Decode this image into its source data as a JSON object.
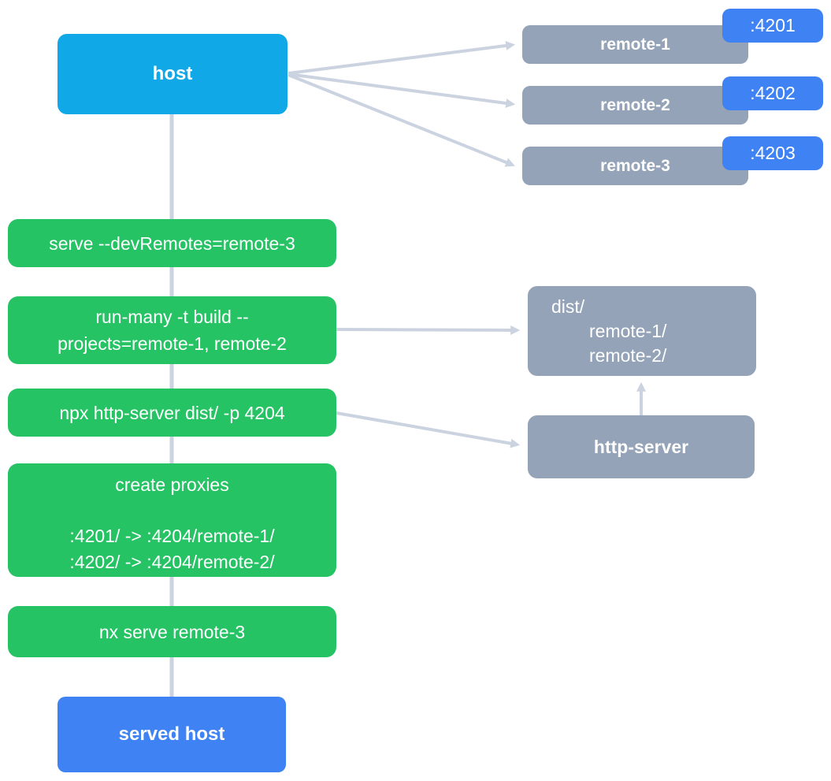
{
  "colors": {
    "c-host": "#11A8E8",
    "c-green": "#25C364",
    "c-gray": "#94A3B8",
    "c-blue": "#3F82F4",
    "c-arrow": "#CBD2E0",
    "c-text": "#FFFFFF",
    "c-bg": "#FFFFFF"
  },
  "nodes": {
    "host": {
      "label": "host"
    },
    "served_host": {
      "label": "served host"
    },
    "remotes": [
      {
        "label": "remote-1",
        "port": ":4201"
      },
      {
        "label": "remote-2",
        "port": ":4202"
      },
      {
        "label": "remote-3",
        "port": ":4203"
      }
    ],
    "steps": [
      {
        "label": "serve --devRemotes=remote-3"
      },
      {
        "lines": [
          "run-many -t build --",
          "projects=remote-1, remote-2"
        ]
      },
      {
        "label": "npx http-server dist/ -p 4204"
      },
      {
        "title": "create proxies",
        "lines": [
          ":4201/ -> :4204/remote-1/",
          ":4202/ -> :4204/remote-2/"
        ]
      },
      {
        "label": "nx serve remote-3"
      }
    ],
    "dist": {
      "lines": [
        "dist/",
        "remote-1/",
        "remote-2/"
      ]
    },
    "http_server": {
      "label": "http-server"
    }
  }
}
